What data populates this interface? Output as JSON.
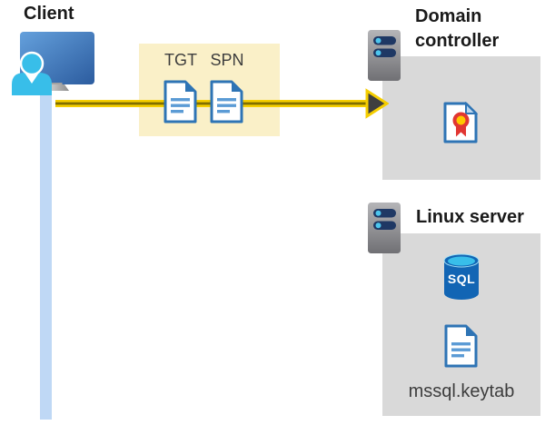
{
  "client": {
    "label": "Client"
  },
  "ticket_box": {
    "tgt_label": "TGT",
    "spn_label": "SPN"
  },
  "domain_controller": {
    "title": "Domain controller"
  },
  "linux_server": {
    "title": "Linux server",
    "database_label": "SQL",
    "keytab_label": "mssql.keytab"
  },
  "icons": [
    "client-computer-user-icon",
    "tgt-document-icon",
    "spn-document-icon",
    "request-arrow",
    "server-icon",
    "certificate-icon",
    "sql-database-icon",
    "keytab-document-icon"
  ],
  "colors": {
    "title-color": "#1a1a1a",
    "label-color": "#3d3d3d",
    "ticket-box-bg": "#FAF0C8",
    "panel-gray": "#D9D9D9",
    "client-line-blue": "#BFD8F5",
    "arrow-yellow": "#F5CE00",
    "arrow-dark": "#7F6E00",
    "arrow-head": "#3F3F3F",
    "doc-blue": "#2E74B5",
    "doc-line-blue": "#5B9BD5",
    "person-cyan": "#38BEE9",
    "server-slot-navy": "#1F3864",
    "dot-cyan": "#4DC6EE",
    "cert-red": "#E13632",
    "cert-gold": "#FFC800",
    "cert-fold": "#BDD7EE",
    "sql-blue": "#1265B4",
    "sql-cyan": "#38BEEA"
  }
}
